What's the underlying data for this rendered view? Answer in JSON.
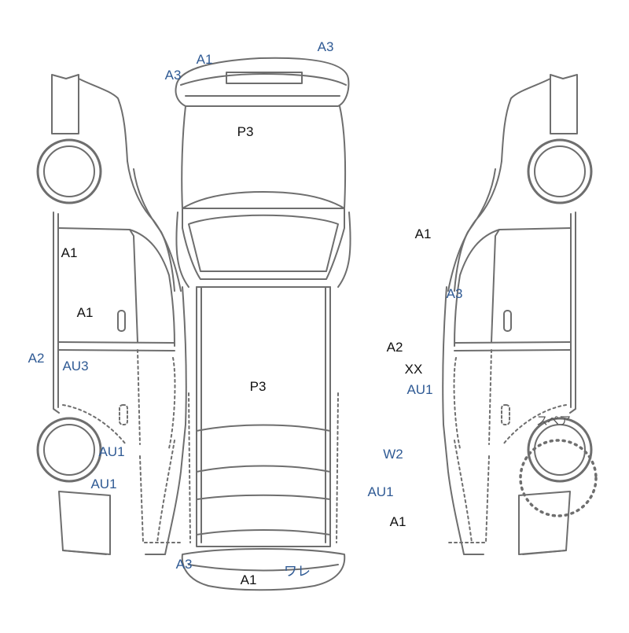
{
  "colors": {
    "outline": "#6e6e6e",
    "black_code": "#111111",
    "blue_code": "#2f5a94",
    "background": "#ffffff"
  },
  "labels": {
    "top_a1": "A1",
    "top_a3_left": "A3",
    "top_a3_right": "A3",
    "roof_p3": "P3",
    "bed_p3": "P3",
    "left_a1_upper": "A1",
    "left_a1_lower": "A1",
    "left_a2": "A2",
    "left_au3": "AU3",
    "left_au1_upper": "AU1",
    "left_au1_lower": "AU1",
    "right_a1_upper": "A1",
    "right_a3": "A3",
    "right_a2": "A2",
    "right_xx": "XX",
    "right_au1_upper": "AU1",
    "right_w2": "W2",
    "right_au1_lower": "AU1",
    "right_a1_lower": "A1",
    "bottom_a3": "A3",
    "bottom_a1": "A1",
    "bottom_wave": "ワレ",
    "spare_label": "スペア"
  }
}
